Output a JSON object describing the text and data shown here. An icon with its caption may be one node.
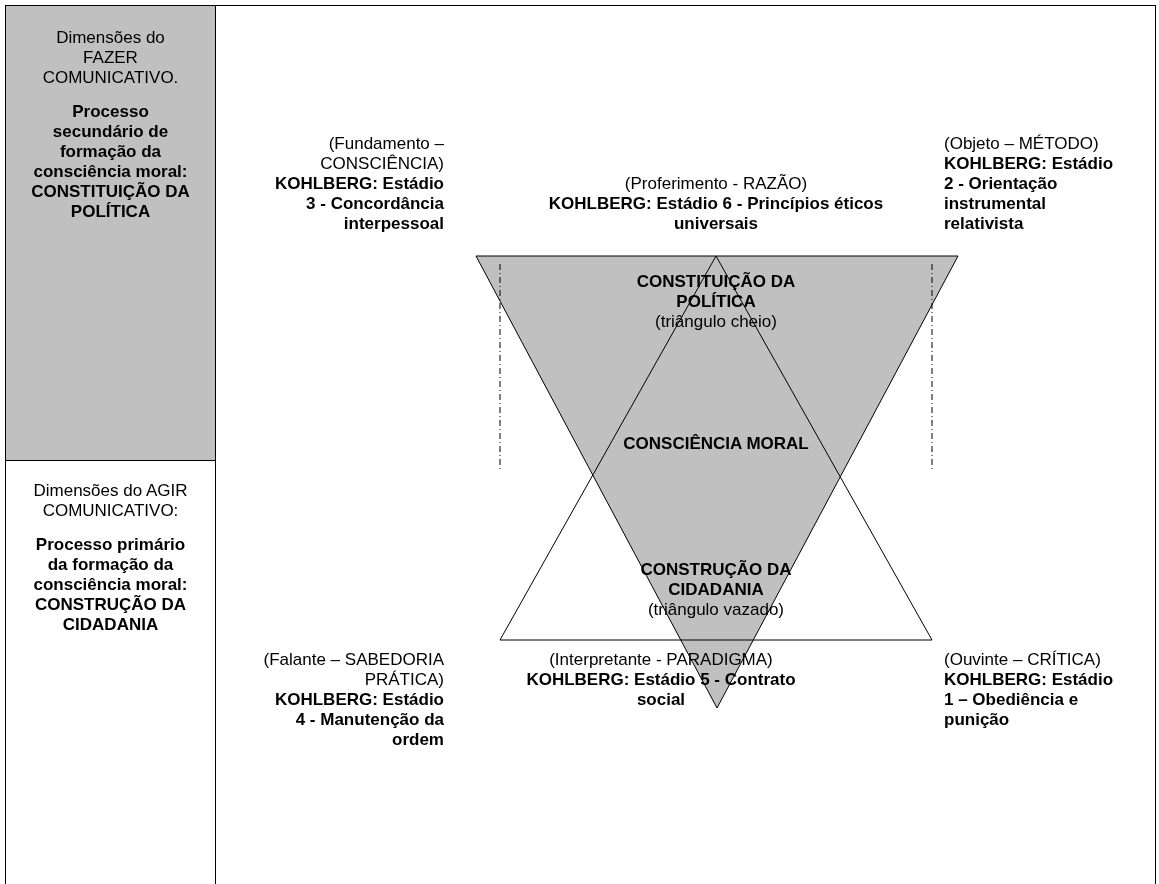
{
  "diagram": {
    "nodes": [
      {
        "text": [
          "Dimensões do FAZER COMUNICATIVO.",
          "Processo secundário de formação da consciência moral: CONSTITUIÇÃO DA POLÍTICA"
        ]
      },
      {
        "text": [
          "Dimensões do AGIR COMUNICATIVO:",
          "Processo primário da formação da consciência moral: CONSTRUÇÃO DA CIDADANIA"
        ]
      },
      {
        "text": [
          "CONSTITUIÇÃO DA POLÍTICA",
          "(triângulo cheio)"
        ]
      },
      {
        "text": [
          "CONSTRUÇÃO DA CIDADANIA",
          "(triângulo vazado)"
        ]
      }
    ],
    "labels": [
      "(Fundamento – CONSCIÊNCIA)",
      "KOHLBERG: Estádio 3 - Concordância interpessoal",
      "(Proferimento - RAZÃO)",
      "KOHLBERG: Estádio 6 - Princípios éticos universais",
      "(Objeto – MÉTODO)",
      "KOHLBERG: Estádio 2 - Orientação instrumental relativista",
      "CONSCIÊNCIA MORAL",
      "(Falante – SABEDORIA PRÁTICA)",
      "KOHLBERG: Estádio 4 - Manutenção da ordem",
      "(Interpretante - PARADIGMA)",
      "KOHLBERG: Estádio 5 - Contrato social",
      "(Ouvinte – CRÍTICA)",
      "KOHLBERG: Estádio 1 – Obediência e punição"
    ]
  }
}
